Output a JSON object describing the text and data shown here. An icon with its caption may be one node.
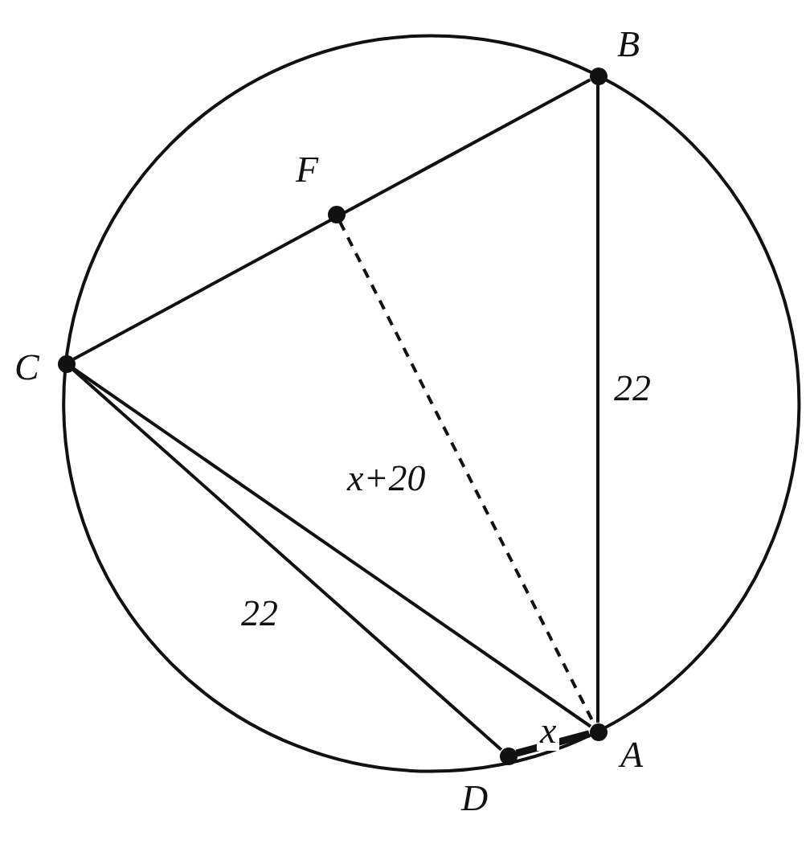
{
  "diagram": {
    "nodes": [
      {
        "text": [
          "B"
        ]
      },
      {
        "text": [
          "F"
        ]
      },
      {
        "text": [
          "C"
        ]
      },
      {
        "text": [
          "A"
        ]
      },
      {
        "text": [
          "D"
        ]
      }
    ],
    "edges": [
      {
        "from": 2,
        "to": 0,
        "arrow": "none"
      },
      {
        "from": 0,
        "to": 3,
        "arrow": "none",
        "label": "22"
      },
      {
        "from": 2,
        "to": 3,
        "arrow": "none",
        "label": "x+20"
      },
      {
        "from": 2,
        "to": 4,
        "arrow": "none",
        "label": "22"
      },
      {
        "from": 4,
        "to": 3,
        "arrow": "none",
        "label": "x",
        "style": "thick"
      },
      {
        "from": 1,
        "to": 3,
        "arrow": "none",
        "style": "dashed"
      }
    ]
  }
}
